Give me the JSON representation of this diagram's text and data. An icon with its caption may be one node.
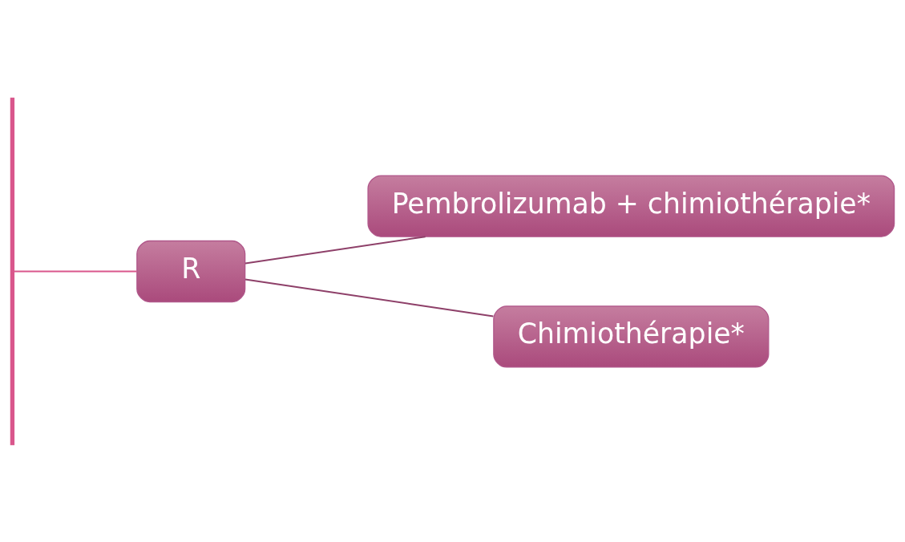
{
  "diagram": {
    "nodes": [
      {
        "text": [
          "R"
        ]
      },
      {
        "text": [
          "Pembrolizumab + chimiothérapie*"
        ]
      },
      {
        "text": [
          "Chimiothérapie*"
        ]
      }
    ],
    "edges": [
      {
        "from": null,
        "to": 0,
        "arrow": "none",
        "color": "#d9578c"
      },
      {
        "from": 0,
        "to": 1,
        "arrow": "none"
      },
      {
        "from": 0,
        "to": 2,
        "arrow": "none"
      }
    ]
  }
}
